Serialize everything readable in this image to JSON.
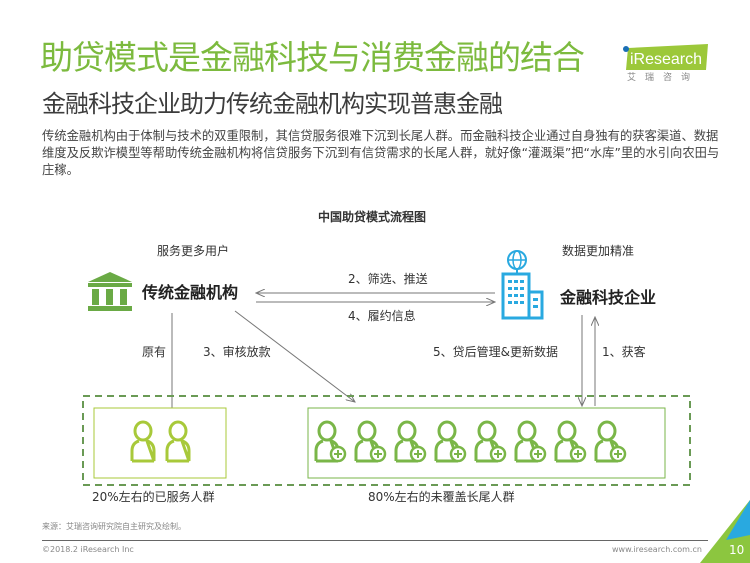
{
  "header": {
    "title": "助贷模式是金融科技与消费金融的结合",
    "subtitle": "金融科技企业助力传统金融机构实现普惠金融",
    "logo_text": "iResearch",
    "logo_sub": "艾瑞咨询"
  },
  "intro": "传统金融机构由于体制与技术的双重限制，其信贷服务很难下沉到长尾人群。而金融科技企业通过自身独有的获客渠道、数据维度及反欺诈模型等帮助传统金融机构将信贷服务下沉到有信贷需求的长尾人群，就好像“灌溉渠”把“水库”里的水引向农田与庄稼。",
  "diagram": {
    "title": "中国助贷模式流程图",
    "left_note": "服务更多用户",
    "right_note": "数据更加精准",
    "bank_label": "传统金融机构",
    "fintech_label": "金融科技企业",
    "step2": "2、筛选、推送",
    "step4": "4、履约信息",
    "original": "原有",
    "step3": "3、审核放款",
    "step5": "5、贷后管理&更新数据",
    "step1": "1、获客",
    "served_count": 2,
    "unserved_count": 8,
    "served_label": "20%左右的已服务人群",
    "unserved_label": "80%左右的未覆盖长尾人群"
  },
  "colors": {
    "green": "#7cba3e",
    "lime": "#a8c93a",
    "blue": "#29a9e0",
    "icon_green": "#7ab648"
  },
  "footer": {
    "source": "来源：艾瑞咨询研究院自主研究及绘制。",
    "copyright": "©2018.2 iResearch Inc",
    "website": "www.iresearch.com.cn",
    "page": "10"
  }
}
